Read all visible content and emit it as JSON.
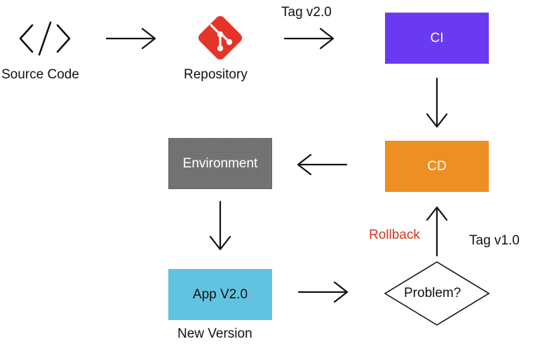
{
  "nodes": {
    "source_code": {
      "label": "Source Code"
    },
    "repository": {
      "label": "Repository"
    },
    "ci": {
      "label": "CI"
    },
    "cd": {
      "label": "CD"
    },
    "environment": {
      "label": "Environment"
    },
    "app": {
      "label": "App V2.0",
      "caption": "New Version"
    },
    "problem": {
      "label": "Problem?"
    }
  },
  "edges": {
    "repo_to_ci": "Tag v2.0",
    "rollback": "Rollback",
    "problem_to_cd": "Tag v1.0"
  },
  "icons": {
    "source_code": "code-brackets-icon",
    "repository": "git-icon"
  },
  "colors": {
    "ci": "#6a3af2",
    "cd": "#ed8f22",
    "environment": "#777777",
    "app": "#62c3e0",
    "git": "#e5342a",
    "rollback": "#d8361c"
  }
}
